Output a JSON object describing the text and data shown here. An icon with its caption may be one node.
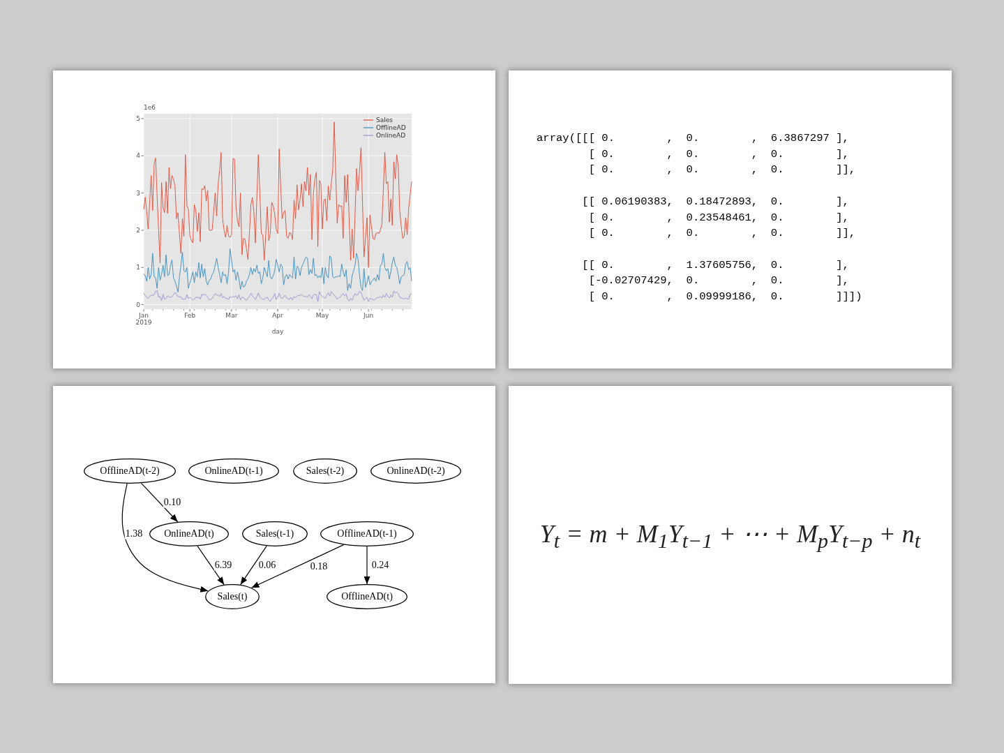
{
  "diagram": {
    "nodes": [
      {
        "text": [],
        "shape": "box"
      },
      {
        "text": [
          "array([[[ 0.        ,  0.        ,  6.3867297 ],",
          "[ 0.        ,  0.        ,  0.        ],",
          "[ 0.        ,  0.        ,  0.        ]],",
          "[[ 0.06190383,  0.18472893,  0.        ],",
          "[ 0.        ,  0.23548461,  0.        ],",
          "[ 0.        ,  0.        ,  0.        ]],",
          "[[ 0.        ,  1.37605756,  0.        ],",
          "[-0.02707429,  0.        ,  0.        ],",
          "[ 0.        ,  0.09999186,  0.        ]]])"
        ]
      },
      {
        "text": [],
        "shape": "box"
      },
      {
        "text": [
          "OfflineAD(t-2)"
        ],
        "in": 2
      },
      {
        "text": [
          "OnlineAD(t-1)"
        ],
        "in": 2
      },
      {
        "text": [
          "Sales(t-2)"
        ],
        "in": 2
      },
      {
        "text": [
          "OnlineAD(t-2)"
        ],
        "in": 2
      },
      {
        "text": [
          "OnlineAD(t)"
        ],
        "in": 2
      },
      {
        "text": [
          "Sales(t-1)"
        ],
        "in": 2
      },
      {
        "text": [
          "OfflineAD(t-1)"
        ],
        "in": 2
      },
      {
        "text": [
          "Sales(t)"
        ],
        "in": 2
      },
      {
        "text": [
          "OfflineAD(t)"
        ],
        "in": 2
      },
      {
        "text": [
          "Y$_{t}$ = m + M$_{1}$Y$_{t−1}$ + ⋯ + M$_{p}$Y$_{t−p}$ + n$_{t}$"
        ]
      }
    ],
    "edges": [
      {
        "from": 3,
        "to": 7,
        "arrow": "to",
        "label": "0.10"
      },
      {
        "from": 3,
        "to": 10,
        "arrow": "to",
        "label": "1.38"
      },
      {
        "from": 7,
        "to": 10,
        "arrow": "to",
        "label": "6.39"
      },
      {
        "from": 8,
        "to": 10,
        "arrow": "to",
        "label": "0.06"
      },
      {
        "from": 9,
        "to": 10,
        "arrow": "to",
        "label": "0.18"
      },
      {
        "from": 9,
        "to": 11,
        "arrow": "to",
        "label": "0.24"
      }
    ],
    "chart_data": {
      "type": "line",
      "xlabel": "day",
      "categories": [
        "Jan 2019",
        null,
        null,
        null,
        null,
        null,
        null,
        null,
        null,
        null,
        null,
        null,
        null,
        null,
        null,
        null,
        null,
        null,
        null,
        null,
        null,
        null,
        null,
        null,
        null,
        null,
        null,
        null,
        null,
        null,
        null,
        "Feb",
        null,
        null,
        null,
        null,
        null,
        null,
        null,
        null,
        null,
        null,
        null,
        null,
        null,
        null,
        null,
        null,
        null,
        null,
        null,
        null,
        null,
        null,
        null,
        null,
        null,
        null,
        null,
        "Mar",
        null,
        null,
        null,
        null,
        null,
        null,
        null,
        null,
        null,
        null,
        null,
        null,
        null,
        null,
        null,
        null,
        null,
        null,
        null,
        null,
        null,
        null,
        null,
        null,
        null,
        null,
        null,
        null,
        null,
        null,
        "Apr",
        null,
        null,
        null,
        null,
        null,
        null,
        null,
        null,
        null,
        null,
        null,
        null,
        null,
        null,
        null,
        null,
        null,
        null,
        null,
        null,
        null,
        null,
        null,
        null,
        null,
        null,
        null,
        null,
        null,
        "May",
        null,
        null,
        null,
        null,
        null,
        null,
        null,
        null,
        null,
        null,
        null,
        null,
        null,
        null,
        null,
        null,
        null,
        null,
        null,
        null,
        null,
        null,
        null,
        null,
        null,
        null,
        null,
        null,
        null,
        null,
        "Jun",
        null,
        null,
        null,
        null,
        null,
        null,
        null,
        null,
        null,
        null,
        null,
        null,
        null,
        null,
        null,
        null,
        null,
        null,
        null,
        null,
        null,
        null,
        null,
        null,
        null,
        null,
        null,
        null,
        null
      ],
      "series": [
        {
          "name": "Sales",
          "color": "#e24a33",
          "values": [
            2.56,
            2.89,
            2.5,
            2.03,
            2.75,
            3.47,
            2.53,
            3.78,
            3.94,
            2.9,
            2.0,
            1.12,
            3.28,
            2.6,
            2.47,
            3.31,
            2.45,
            3.69,
            3.12,
            3.47,
            3.37,
            3.19,
            2.31,
            2.47,
            1.9,
            1.38,
            2.31,
            1.84,
            4.03,
            2.66,
            2.56,
            1.85,
            1.72,
            1.66,
            2.69,
            2.53,
            1.97,
            2.47,
            1.69,
            3.12,
            3.09,
            3.2,
            2.78,
            3.07,
            2.0,
            2.0,
            2.01,
            2.5,
            3.0,
            2.38,
            3.25,
            3.6,
            4.09,
            2.31,
            2.0,
            1.81,
            2.13,
            1.84,
            1.81,
            1.88,
            3.93,
            3.91,
            2.63,
            2.25,
            2.09,
            3.0,
            1.34,
            1.78,
            1.76,
            1.5,
            1.22,
            1.9,
            2.69,
            2.88,
            2.5,
            1.66,
            2.88,
            4.03,
            3.0,
            1.91,
            1.88,
            1.19,
            1.9,
            2.63,
            1.72,
            1.91,
            2.75,
            2.66,
            2.44,
            2.03,
            1.91,
            4.19,
            3.2,
            2.31,
            2.47,
            2.53,
            1.84,
            1.78,
            1.94,
            1.91,
            1.75,
            2.81,
            2.31,
            3.22,
            2.55,
            2.81,
            3.25,
            2.63,
            3.31,
            3.06,
            3.69,
            2.94,
            3.5,
            1.75,
            3.0,
            3.38,
            3.56,
            1.56,
            3.34,
            3.25,
            2.03,
            2.81,
            2.84,
            2.25,
            3.19,
            2.81,
            3.25,
            3.63,
            4.91,
            3.5,
            2.19,
            2.69,
            2.63,
            2.66,
            1.78,
            3.47,
            2.75,
            3.5,
            2.3,
            1.19,
            2.03,
            1.25,
            2.45,
            3.66,
            3.06,
            3.6,
            4.22,
            2.7,
            1.28,
            1.8,
            2.34,
            1.0,
            2.41,
            2.1,
            1.78,
            1.75,
            1.91,
            1.94,
            1.91,
            2.0,
            2.16,
            3.1,
            4.09,
            3.25,
            3.31,
            2.22,
            2.84,
            2.13,
            3.84,
            3.38,
            4.03,
            3.72,
            2.53,
            2.1,
            1.78,
            1.84,
            2.34,
            1.88,
            2.59,
            2.95,
            3.31
          ]
        },
        {
          "name": "OfflineAD",
          "color": "#348abd",
          "values": [
            0.83,
            0.78,
            0.63,
            1.0,
            0.69,
            0.81,
            1.38,
            0.75,
            0.72,
            0.44,
            1.0,
            0.66,
            0.81,
            1.06,
            0.75,
            1.34,
            0.78,
            0.81,
            1.06,
            1.2,
            0.72,
            0.63,
            0.5,
            0.34,
            0.75,
            1.06,
            1.41,
            0.91,
            0.88,
            1.0,
            0.44,
            0.59,
            0.72,
            0.88,
            0.59,
            0.88,
            0.75,
            1.13,
            0.72,
            1.09,
            0.75,
            0.97,
            0.63,
            0.53,
            0.66,
            0.69,
            0.81,
            0.88,
            1.06,
            1.25,
            1.0,
            0.81,
            0.59,
            0.88,
            0.78,
            0.81,
            0.56,
            0.88,
            1.5,
            1.19,
            0.88,
            0.94,
            0.66,
            0.88,
            0.69,
            0.41,
            0.63,
            0.47,
            0.5,
            0.63,
            0.69,
            0.81,
            1.0,
            0.81,
            0.97,
            0.88,
            1.06,
            0.84,
            0.88,
            0.56,
            0.72,
            1.0,
            0.88,
            0.75,
            1.19,
            0.75,
            0.69,
            0.78,
            0.91,
            1.22,
            1.06,
            0.88,
            1.09,
            1.03,
            0.53,
            0.75,
            0.81,
            0.69,
            0.81,
            0.75,
            0.72,
            1.28,
            0.69,
            1.03,
            1.0,
            0.78,
            1.0,
            1.09,
            1.19,
            1.28,
            1.25,
            0.81,
            0.94,
            0.84,
            1.25,
            0.78,
            0.81,
            0.72,
            0.78,
            0.72,
            1.0,
            0.56,
            1.0,
            0.78,
            0.72,
            1.31,
            1.25,
            0.75,
            0.72,
            0.75,
            0.75,
            0.78,
            0.75,
            1.09,
            0.88,
            0.75,
            0.94,
            0.38,
            0.56,
            0.44,
            0.78,
            0.91,
            1.06,
            1.38,
            1.22,
            0.78,
            0.47,
            0.38,
            0.97,
            0.47,
            0.59,
            0.78,
            0.53,
            0.63,
            0.66,
            0.72,
            0.63,
            0.81,
            0.66,
            1.06,
            1.09,
            1.38,
            1.0,
            0.91,
            0.97,
            0.69,
            0.88,
            1.13,
            1.28,
            1.06,
            1.0,
            0.81,
            0.56,
            0.75,
            0.78,
            0.81,
            1.09,
            1.16,
            0.94,
            1.0,
            0.63
          ]
        },
        {
          "name": "OnlineAD",
          "color": "#988ed5",
          "values": [
            0.31,
            0.25,
            0.2,
            0.17,
            0.22,
            0.25,
            0.25,
            0.27,
            0.36,
            0.38,
            0.2,
            0.22,
            0.11,
            0.28,
            0.15,
            0.17,
            0.24,
            0.21,
            0.2,
            0.22,
            0.27,
            0.33,
            0.28,
            0.22,
            0.21,
            0.21,
            0.14,
            0.15,
            0.15,
            0.27,
            0.17,
            0.2,
            0.17,
            0.13,
            0.15,
            0.2,
            0.19,
            0.2,
            0.15,
            0.28,
            0.25,
            0.29,
            0.25,
            0.2,
            0.13,
            0.14,
            0.17,
            0.24,
            0.3,
            0.25,
            0.27,
            0.22,
            0.3,
            0.19,
            0.22,
            0.16,
            0.17,
            0.14,
            0.22,
            0.19,
            0.22,
            0.21,
            0.24,
            0.16,
            0.27,
            0.13,
            0.2,
            0.2,
            0.14,
            0.12,
            0.17,
            0.22,
            0.31,
            0.24,
            0.19,
            0.14,
            0.22,
            0.32,
            0.2,
            0.17,
            0.15,
            0.14,
            0.19,
            0.2,
            0.13,
            0.09,
            0.16,
            0.2,
            0.3,
            0.14,
            0.2,
            0.31,
            0.2,
            0.16,
            0.22,
            0.25,
            0.18,
            0.16,
            0.14,
            0.2,
            0.13,
            0.22,
            0.18,
            0.23,
            0.25,
            0.25,
            0.28,
            0.24,
            0.22,
            0.22,
            0.2,
            0.27,
            0.22,
            0.16,
            0.26,
            0.28,
            0.26,
            0.08,
            0.35,
            0.27,
            0.22,
            0.2,
            0.17,
            0.26,
            0.32,
            0.23,
            0.35,
            0.3,
            0.25,
            0.22,
            0.15,
            0.19,
            0.2,
            0.26,
            0.3,
            0.24,
            0.29,
            0.14,
            0.1,
            0.17,
            0.12,
            0.22,
            0.3,
            0.25,
            0.28,
            0.36,
            0.33,
            0.22,
            0.12,
            0.16,
            0.2,
            0.08,
            0.18,
            0.15,
            0.14,
            0.13,
            0.16,
            0.2,
            0.19,
            0.22,
            0.18,
            0.26,
            0.2,
            0.3,
            0.22,
            0.18,
            0.26,
            0.2,
            0.37,
            0.32,
            0.34,
            0.3,
            0.2,
            0.18,
            0.17,
            0.15,
            0.18,
            0.16,
            0.15,
            0.28,
            0.3
          ]
        }
      ],
      "ylim": [
        -0.12,
        5.13
      ],
      "yticks": [
        0,
        1,
        2,
        3,
        4,
        5
      ],
      "grid": true,
      "legend": "upper right",
      "annotations": [
        "1e6"
      ]
    }
  }
}
